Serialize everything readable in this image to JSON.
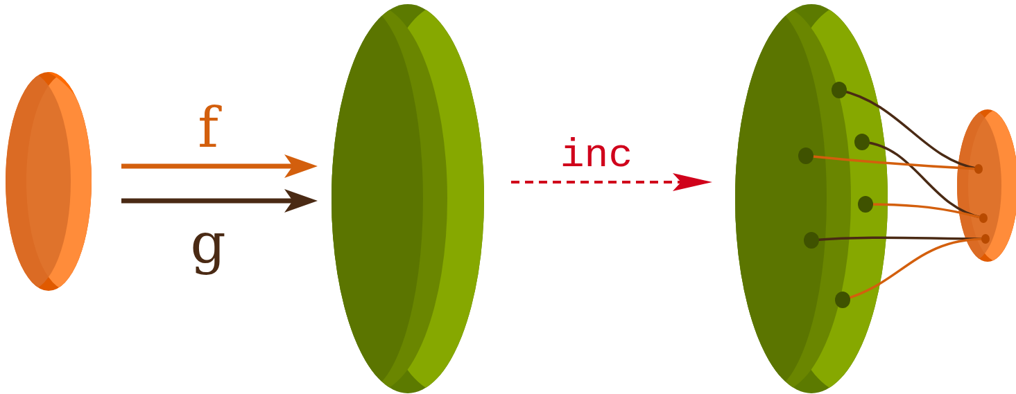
{
  "diagram": {
    "labels": [
      "f",
      "g",
      "inc"
    ]
  }
}
